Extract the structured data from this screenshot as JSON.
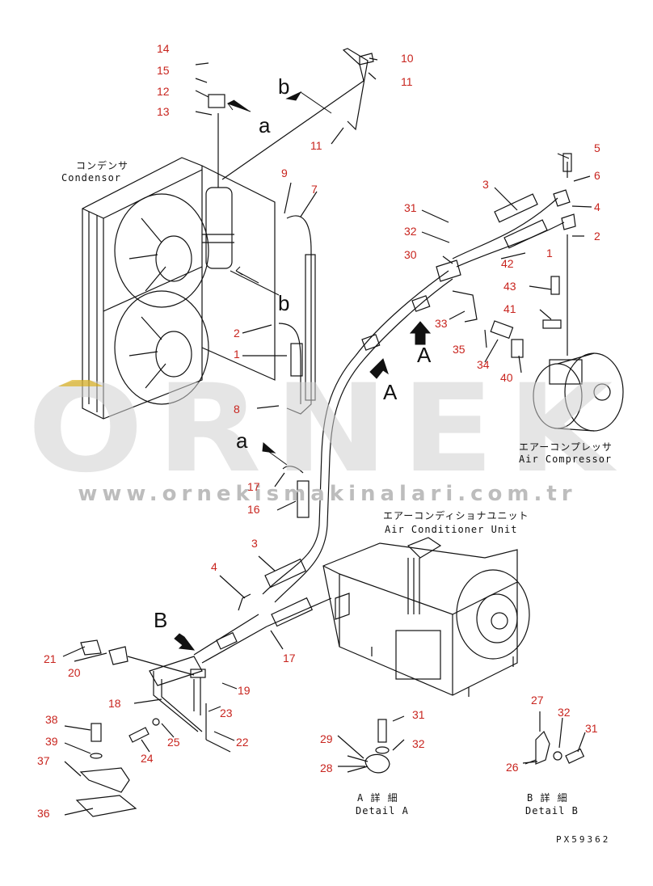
{
  "watermark": {
    "brand": "ORNEK",
    "url": "www.ornekismakinalari.com.tr"
  },
  "components": {
    "condensor_jp": "コンデンサ",
    "condensor_en": "Condensor",
    "compressor_jp": "エアーコンプレッサ",
    "compressor_en": "Air Compressor",
    "ac_unit_jp": "エアーコンディショナユニット",
    "ac_unit_en": "Air Conditioner Unit"
  },
  "details": {
    "a_jp": "A 詳 細",
    "a_en": "Detail A",
    "b_jp": "B 詳 細",
    "b_en": "Detail B"
  },
  "view_letters": {
    "a": "a",
    "b": "b",
    "A": "A",
    "B": "B"
  },
  "part_numbers": [
    "1",
    "2",
    "3",
    "4",
    "5",
    "6",
    "7",
    "8",
    "9",
    "10",
    "11",
    "12",
    "13",
    "14",
    "15",
    "16",
    "17",
    "18",
    "19",
    "20",
    "21",
    "22",
    "23",
    "24",
    "25",
    "26",
    "27",
    "28",
    "29",
    "30",
    "31",
    "32",
    "33",
    "34",
    "35",
    "36",
    "37",
    "38",
    "39",
    "40",
    "41",
    "42",
    "43"
  ],
  "drawing_code": "PX59362"
}
